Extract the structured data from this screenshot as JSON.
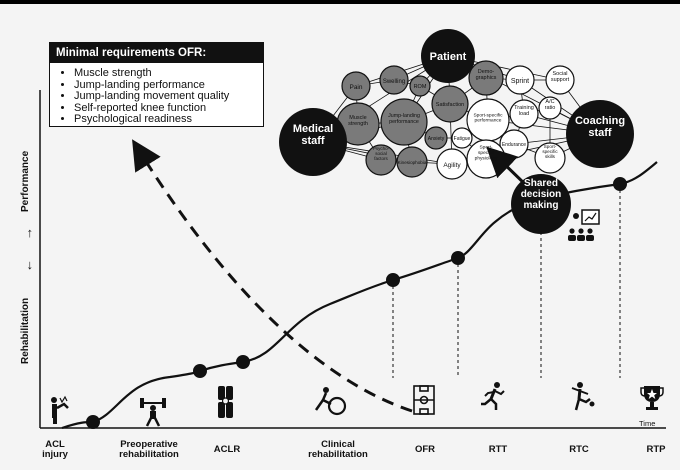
{
  "requirements": {
    "title": "Minimal requirements OFR:",
    "items": [
      "Muscle strength",
      "Jump-landing performance",
      "Jump-landing movement quality",
      "Self-reported knee function",
      "Psychological readiness"
    ]
  },
  "axes": {
    "y_performance": "Performance",
    "y_rehabilitation": "Rehabilitation",
    "x_time": "Time"
  },
  "stages": [
    {
      "label": "ACL\ninjury",
      "icon": "injured-knee-icon"
    },
    {
      "label": "Preoperative\nrehabilitation",
      "icon": "weightlifting-icon"
    },
    {
      "label": "ACLR",
      "icon": "knee-reconstruction-icon"
    },
    {
      "label": "Clinical\nrehabilitation",
      "icon": "ball-exercise-icon"
    },
    {
      "label": "OFR",
      "icon": "field-icon"
    },
    {
      "label": "RTT",
      "icon": "runner-icon"
    },
    {
      "label": "RTC",
      "icon": "kicker-icon"
    },
    {
      "label": "RTP",
      "icon": "trophy-icon"
    }
  ],
  "network": {
    "big_nodes": [
      "Patient",
      "Medical\nstaff",
      "Coaching\nstaff"
    ],
    "dark_nodes": [
      "Pain",
      "Swelling",
      "ROM",
      "Muscle\nstrength",
      "Jump-landing\nperformance",
      "Satisfaction",
      "Psycho-\nsocial\nfactors",
      "Kinesiophobia",
      "Anxiety",
      "Demo-\ngraphics"
    ],
    "light_nodes": [
      "Sprint",
      "Social\nsupport",
      "Sport-specific\nperformance",
      "Training\nload",
      "A/C\nratio",
      "Fatigue",
      "Endurance",
      "Sport-\nspecific\nskills",
      "Agility",
      "Sport-\nspecific\nphysiology"
    ],
    "decision_node": "Shared\ndecision\nmaking"
  },
  "colors": {
    "background": "#f4f4f4",
    "ink": "#111111",
    "dark_node_fill": "#7a7a7a",
    "light_node_fill": "#ffffff"
  }
}
